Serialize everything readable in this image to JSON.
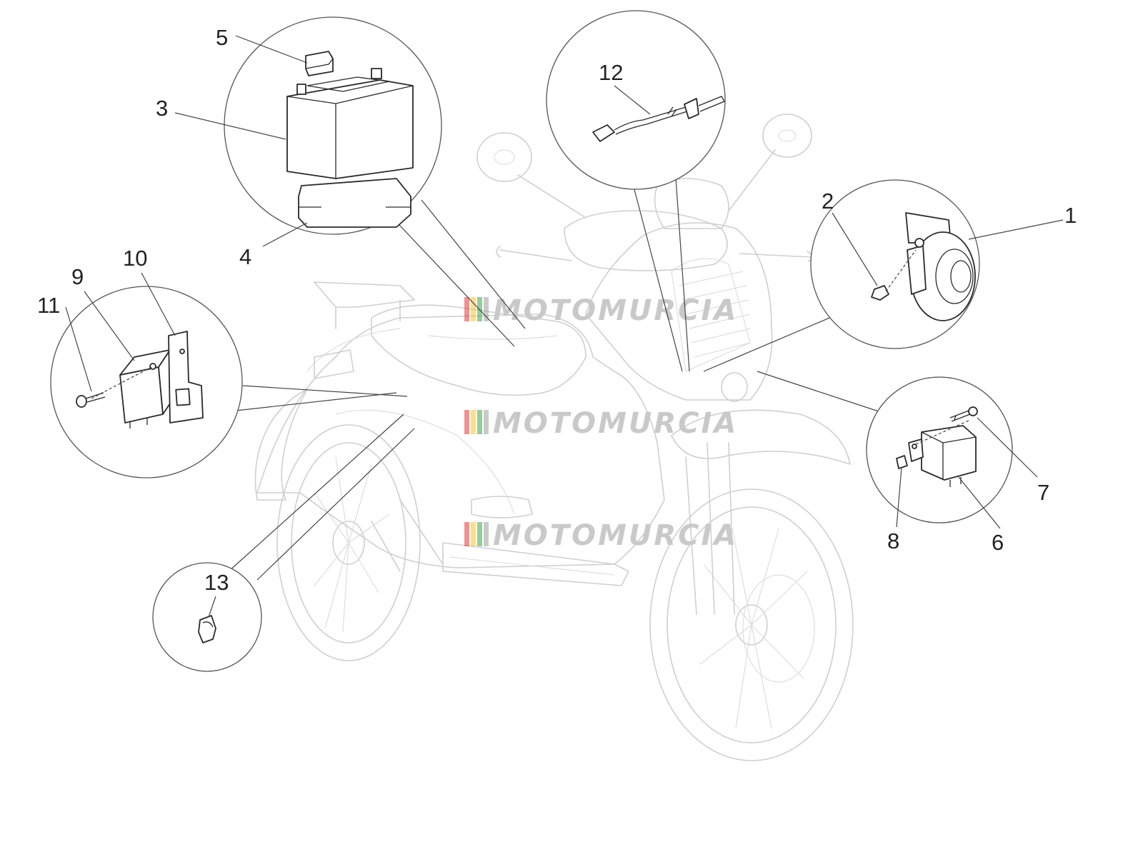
{
  "diagram": {
    "watermark_text": "MOTOMURCIA",
    "watermark_colors": [
      "#e53935",
      "#fbc02d",
      "#43a047",
      "#9e9e9e"
    ],
    "callouts": {
      "c1": "1",
      "c2": "2",
      "c3": "3",
      "c4": "4",
      "c5": "5",
      "c6": "6",
      "c7": "7",
      "c8": "8",
      "c9": "9",
      "c10": "10",
      "c11": "11",
      "c12": "12",
      "c13": "13"
    }
  }
}
